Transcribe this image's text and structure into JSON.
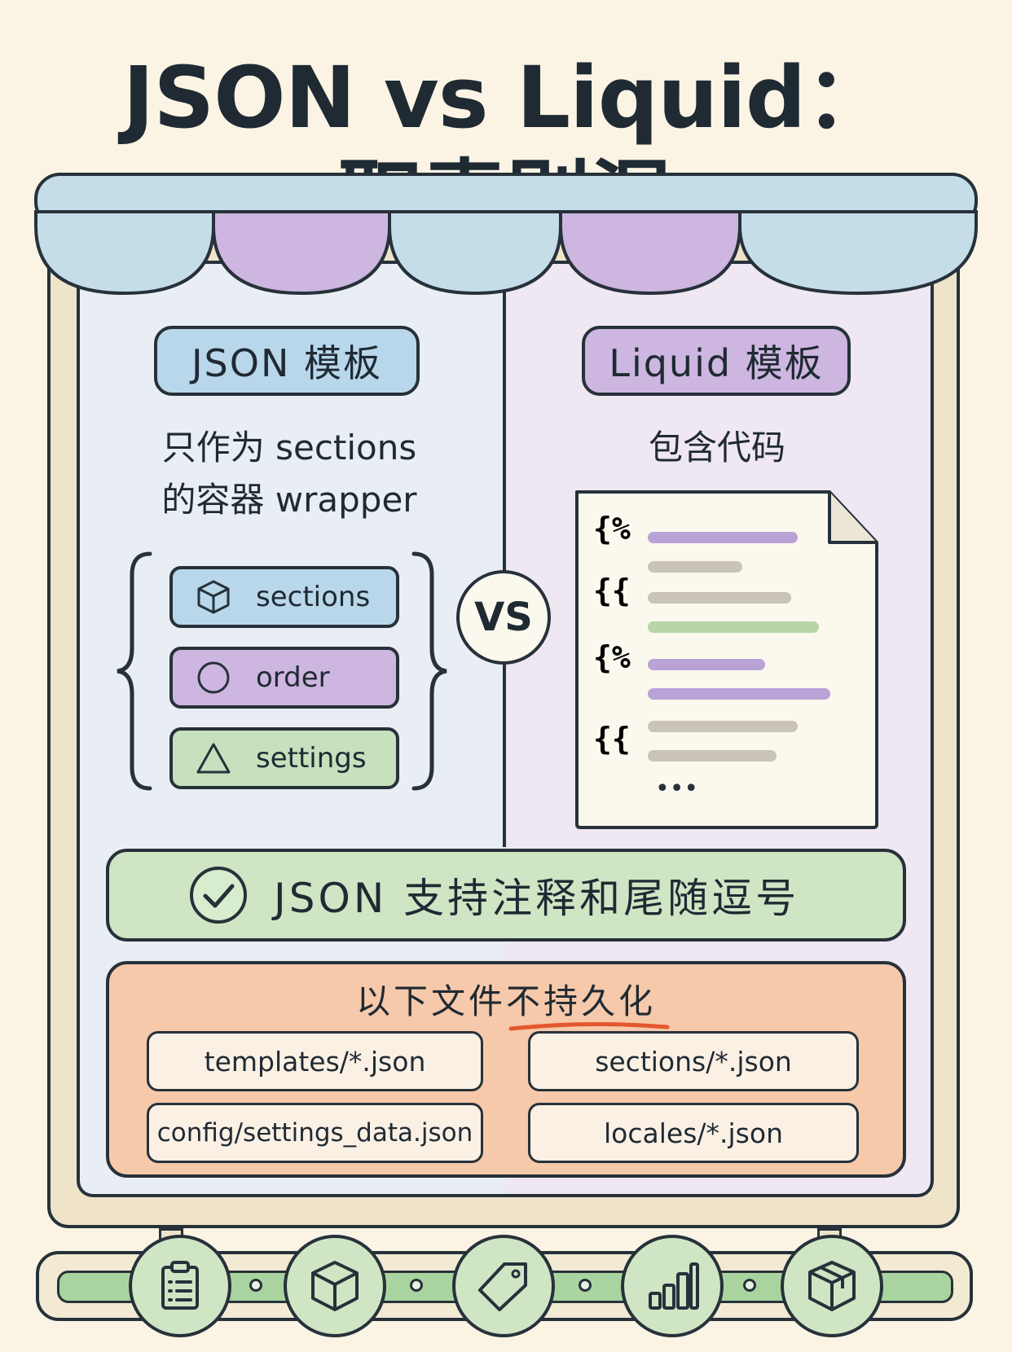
{
  "title": {
    "main": "JSON vs Liquid：",
    "highlight": "职责别混"
  },
  "json_template": {
    "heading": "JSON 模板",
    "desc_line1": "只作为 sections",
    "desc_line2": "的容器 wrapper",
    "items": [
      {
        "label": "sections",
        "icon": "cube-icon"
      },
      {
        "label": "order",
        "icon": "circle-icon"
      },
      {
        "label": "settings",
        "icon": "triangle-icon"
      }
    ]
  },
  "vs_label": "VS",
  "liquid_template": {
    "heading": "Liquid 模板",
    "desc": "包含代码",
    "code_symbols": [
      "{%",
      "{{",
      "{%",
      "{{"
    ],
    "ellipsis": "•••"
  },
  "json_note": "JSON 支持注释和尾随逗号",
  "persist": {
    "title_prefix": "以下文件",
    "title_highlight": "不持久化",
    "files": [
      "templates/*.json",
      "sections/*.json",
      "config/settings_data.json",
      "locales/*.json"
    ]
  },
  "bottom_icons": [
    "clipboard-icon",
    "cube-icon",
    "tag-icon",
    "bar-chart-icon",
    "box-icon"
  ],
  "colors": {
    "json_blue": "#b9d7ea",
    "liquid_purple": "#cdb6e0",
    "note_green": "#cfe5c4",
    "persist_orange": "#f6c9aa",
    "underline_red": "#e4572e",
    "background": "#fbf4e4"
  }
}
